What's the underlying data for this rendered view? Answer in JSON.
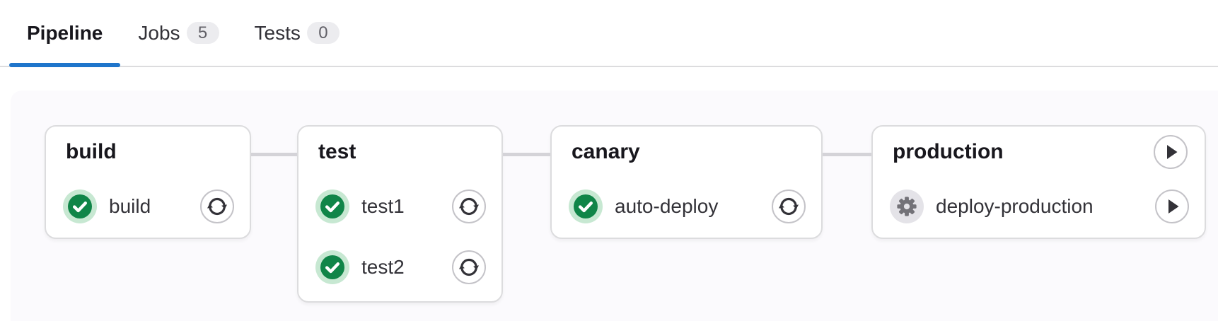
{
  "tabs": [
    {
      "label": "Pipeline",
      "active": true
    },
    {
      "label": "Jobs",
      "badge": "5"
    },
    {
      "label": "Tests",
      "badge": "0"
    }
  ],
  "pipeline": {
    "stages": [
      {
        "name": "build",
        "jobs": [
          {
            "name": "build",
            "status": "success",
            "action": "retry"
          }
        ]
      },
      {
        "name": "test",
        "jobs": [
          {
            "name": "test1",
            "status": "success",
            "action": "retry"
          },
          {
            "name": "test2",
            "status": "success",
            "action": "retry"
          }
        ]
      },
      {
        "name": "canary",
        "jobs": [
          {
            "name": "auto-deploy",
            "status": "success",
            "action": "retry"
          }
        ]
      },
      {
        "name": "production",
        "stage_action": "play",
        "jobs": [
          {
            "name": "deploy-production",
            "status": "manual",
            "action": "play"
          }
        ]
      }
    ]
  },
  "colors": {
    "accent_blue": "#1f75cb",
    "success_green": "#108548",
    "success_ring": "#c7e8d2",
    "manual_circle": "#e4e3e8",
    "manual_gear": "#737278",
    "glyph_dark": "#333238",
    "badge_bg": "#ececef",
    "badge_text": "#626168"
  }
}
